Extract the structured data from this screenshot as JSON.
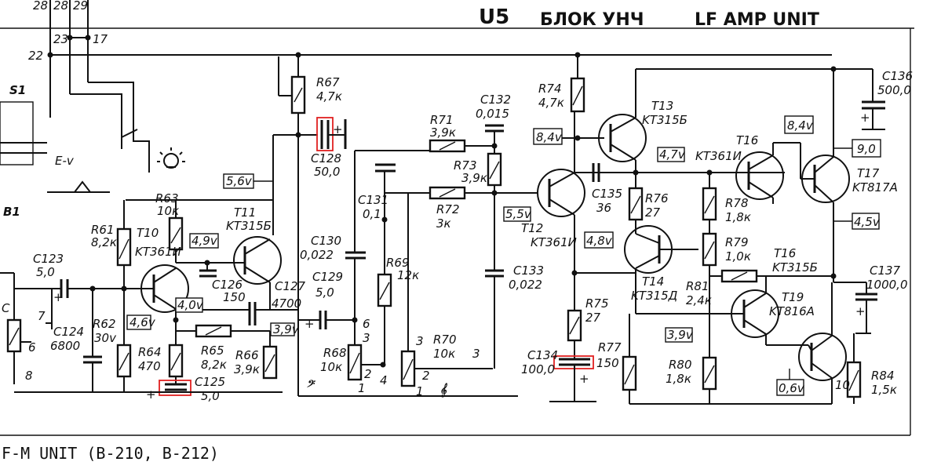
{
  "header": {
    "unit_id": "U5",
    "title_ru": "БЛОК УНЧ",
    "title_en": "LF AMP UNIT"
  },
  "footer": {
    "text": "F-M UNIT (B-210, B-212)"
  },
  "connectors": {
    "c22": "22",
    "c23": "23",
    "c17": "17",
    "c28": "28",
    "c29": "29"
  },
  "switches": {
    "s1": "S1",
    "b1": "B1",
    "ev": "E-v"
  },
  "transistors": {
    "t10": {
      "ref": "T10",
      "type": "KT361И"
    },
    "t11": {
      "ref": "T11",
      "type": "KT315Б"
    },
    "t12": {
      "ref": "T12",
      "type": "KT361И"
    },
    "t13": {
      "ref": "T13",
      "type": "KT315Б"
    },
    "t14": {
      "ref": "T14",
      "type": "KT315Д"
    },
    "t16": {
      "ref": "T16",
      "type": "KT361И"
    },
    "t17": {
      "ref": "T17",
      "type": "KT817A"
    },
    "t18": {
      "ref": "T16",
      "type": "KT315Б"
    },
    "t19": {
      "ref": "T19",
      "type": "KT816A"
    }
  },
  "resistors": {
    "r61": {
      "ref": "R61",
      "value": "8,2к"
    },
    "r62": {
      "ref": "R62",
      "value": "30v"
    },
    "r63": {
      "ref": "R63",
      "value": "10к"
    },
    "r64": {
      "ref": "R64",
      "value": "470"
    },
    "r65": {
      "ref": "R65",
      "value": "8,2к"
    },
    "r66": {
      "ref": "R66",
      "value": "3,9к"
    },
    "r67": {
      "ref": "R67",
      "value": "4,7к"
    },
    "r68": {
      "ref": "R68",
      "value": "10к"
    },
    "r69": {
      "ref": "R69",
      "value": "12к"
    },
    "r70": {
      "ref": "R70",
      "value": "10к"
    },
    "r71": {
      "ref": "R71",
      "value": "3,9к"
    },
    "r72": {
      "ref": "R72",
      "value": "3к"
    },
    "r73": {
      "ref": "R73",
      "value": "3,9к"
    },
    "r74": {
      "ref": "R74",
      "value": "4,7к"
    },
    "r75": {
      "ref": "R75",
      "value": "27"
    },
    "r76": {
      "ref": "R76",
      "value": "27"
    },
    "r77": {
      "ref": "R77",
      "value": "150"
    },
    "r78": {
      "ref": "R78",
      "value": "1,8к"
    },
    "r79": {
      "ref": "R79",
      "value": "1,0к"
    },
    "r80": {
      "ref": "R80",
      "value": "1,8к"
    },
    "r81": {
      "ref": "R81",
      "value": "2,4к"
    },
    "r84": {
      "ref": "R84",
      "value": "1,5к"
    }
  },
  "capacitors": {
    "c123": {
      "ref": "C123",
      "value": "5,0"
    },
    "c124": {
      "ref": "C124",
      "value": "6800"
    },
    "c125": {
      "ref": "C125",
      "value": "5,0"
    },
    "c126": {
      "ref": "C126",
      "value": "150"
    },
    "c127": {
      "ref": "C127",
      "value": "4700"
    },
    "c128": {
      "ref": "C128",
      "value": "50,0"
    },
    "c129": {
      "ref": "C129",
      "value": "5,0"
    },
    "c130": {
      "ref": "C130",
      "value": "0,022"
    },
    "c131": {
      "ref": "C131",
      "value": "0,1"
    },
    "c132": {
      "ref": "C132",
      "value": "0,015"
    },
    "c133": {
      "ref": "C133",
      "value": "0,022"
    },
    "c134": {
      "ref": "C134",
      "value": "100,0"
    },
    "c135": {
      "ref": "C135",
      "value": "36"
    },
    "c136": {
      "ref": "C136",
      "value": "500,0"
    },
    "c137": {
      "ref": "C137",
      "value": "1000,0"
    }
  },
  "voltages": {
    "v_5_6": "5,6v",
    "v_4_9": "4,9v",
    "v_4_0": "4,0v",
    "v_4_6": "4,6v",
    "v_3_9a": "3,9v",
    "v_8_4a": "8,4v",
    "v_5_5": "5,5v",
    "v_4_7": "4,7v",
    "v_4_8": "4,8v",
    "v_8_4b": "8,4v",
    "v_9_0": "9,0",
    "v_4_5": "4,5v",
    "v_3_9b": "3,9v",
    "v_0_6": "0,6v"
  },
  "pins": {
    "p6a": "6",
    "p3a": "3",
    "p2": "2",
    "p4": "4",
    "p1": "1",
    "p3b": "3",
    "p2b": "2",
    "p1b": "1",
    "p3c": "3",
    "p7": "7",
    "p6b": "6",
    "p8": "8",
    "p10": "10",
    "pc": "C"
  },
  "highlight_color": "#e02020"
}
